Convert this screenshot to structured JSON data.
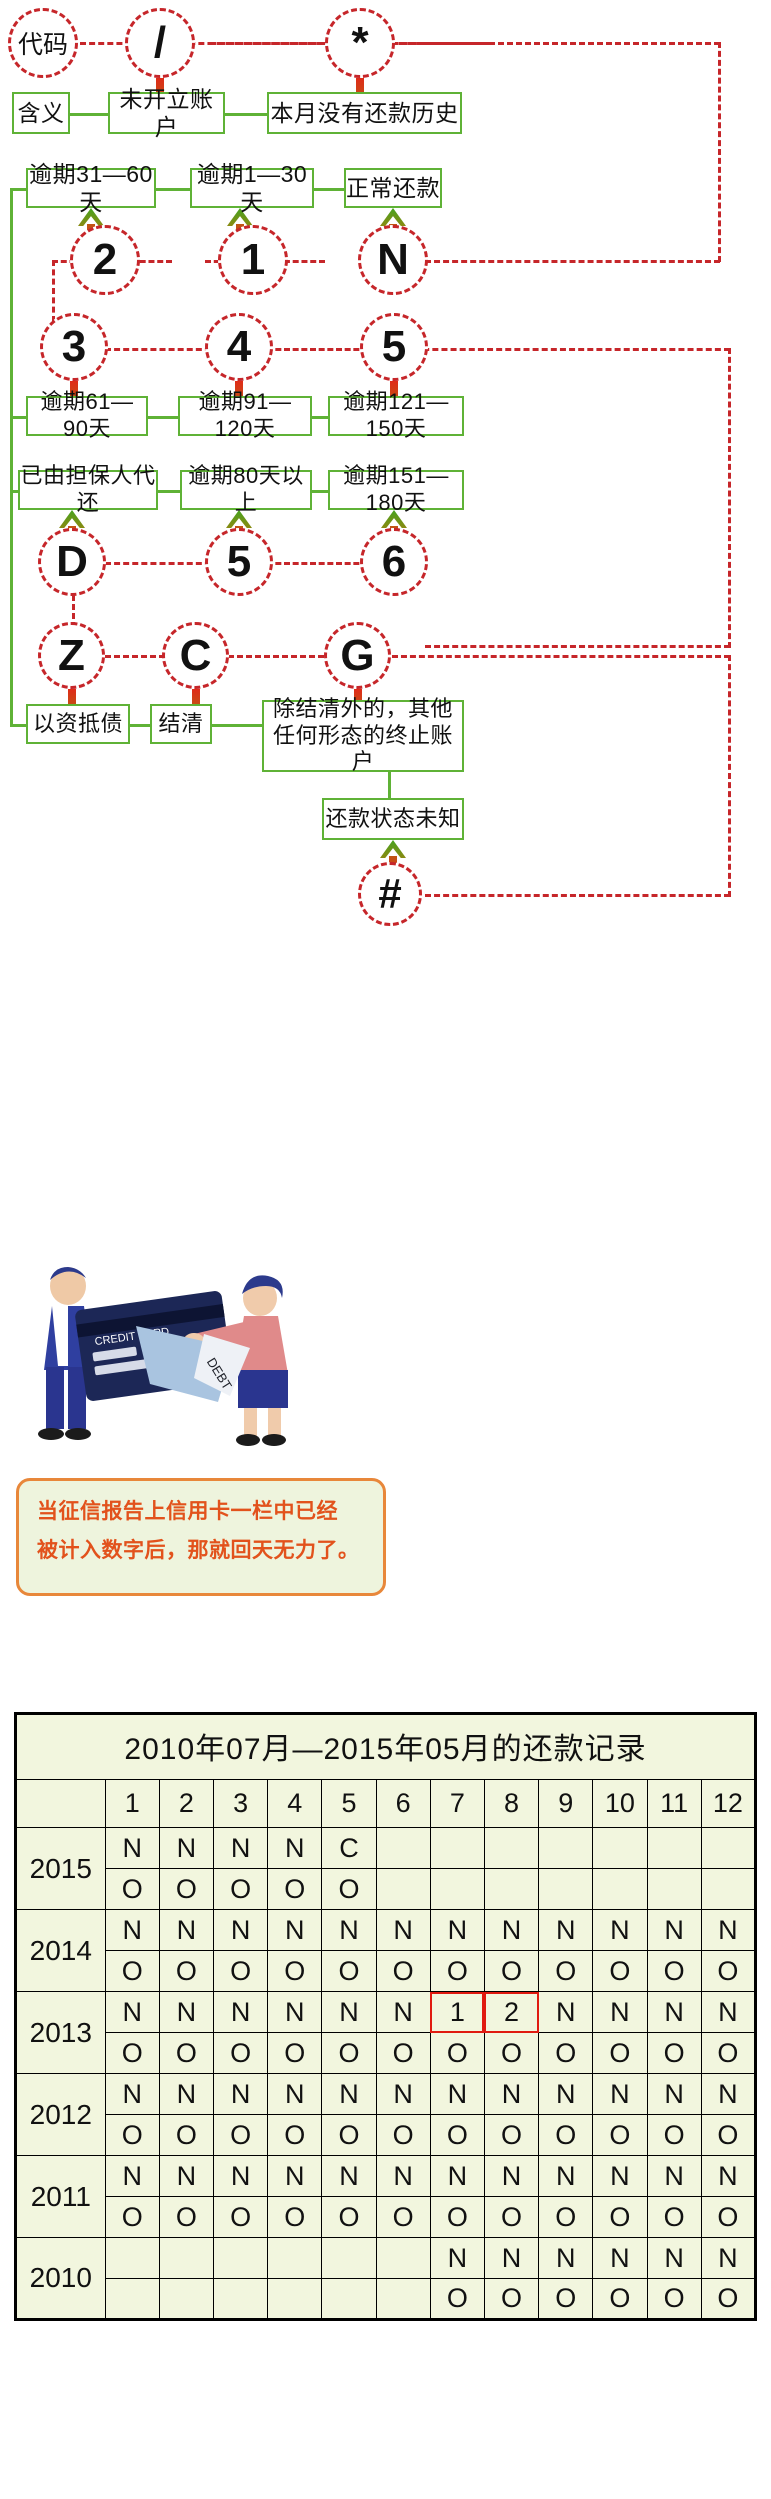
{
  "diagram": {
    "legend_circle": "代码",
    "legend_box": "含义",
    "nodes": {
      "slash": "/",
      "asterisk": "*",
      "n": "N",
      "one": "1",
      "two": "2",
      "three": "3",
      "four": "4",
      "five_a": "5",
      "five_b": "5",
      "six": "6",
      "d": "D",
      "z": "Z",
      "c": "C",
      "g": "G",
      "hash": "#"
    },
    "meanings": {
      "slash": "未开立账户",
      "asterisk": "本月没有还款历史",
      "two": "逾期31—60天",
      "one": "逾期1—30天",
      "n": "正常还款",
      "three": "逾期61—90天",
      "four": "逾期91—120天",
      "five_a": "逾期121—150天",
      "d": "已由担保人代还",
      "five_b": "逾期80天以上",
      "six": "逾期151—180天",
      "z": "以资抵债",
      "c": "结清",
      "g": "除结清外的，其他任何形态的终止账户",
      "hash": "还款状态未知"
    }
  },
  "illustration": {
    "card_label": "CREDIT CARD",
    "debt_label": "DEBT"
  },
  "note": {
    "line1": "当征信报告上信用卡一栏中已经",
    "line2": "被计入数字后，那就回天无力了。"
  },
  "table": {
    "title": "2010年07月—2015年05月的还款记录",
    "months": [
      "1",
      "2",
      "3",
      "4",
      "5",
      "6",
      "7",
      "8",
      "9",
      "10",
      "11",
      "12"
    ],
    "rows": [
      {
        "year": "2015",
        "status": [
          "N",
          "N",
          "N",
          "N",
          "C",
          "",
          "",
          "",
          "",
          "",
          "",
          ""
        ],
        "amount": [
          "O",
          "O",
          "O",
          "O",
          "O",
          "",
          "",
          "",
          "",
          "",
          "",
          ""
        ],
        "highlight": []
      },
      {
        "year": "2014",
        "status": [
          "N",
          "N",
          "N",
          "N",
          "N",
          "N",
          "N",
          "N",
          "N",
          "N",
          "N",
          "N"
        ],
        "amount": [
          "O",
          "O",
          "O",
          "O",
          "O",
          "O",
          "O",
          "O",
          "O",
          "O",
          "O",
          "O"
        ],
        "highlight": []
      },
      {
        "year": "2013",
        "status": [
          "N",
          "N",
          "N",
          "N",
          "N",
          "N",
          "1",
          "2",
          "N",
          "N",
          "N",
          "N"
        ],
        "amount": [
          "O",
          "O",
          "O",
          "O",
          "O",
          "O",
          "O",
          "O",
          "O",
          "O",
          "O",
          "O"
        ],
        "highlight": [
          6,
          7
        ]
      },
      {
        "year": "2012",
        "status": [
          "N",
          "N",
          "N",
          "N",
          "N",
          "N",
          "N",
          "N",
          "N",
          "N",
          "N",
          "N"
        ],
        "amount": [
          "O",
          "O",
          "O",
          "O",
          "O",
          "O",
          "O",
          "O",
          "O",
          "O",
          "O",
          "O"
        ],
        "highlight": []
      },
      {
        "year": "2011",
        "status": [
          "N",
          "N",
          "N",
          "N",
          "N",
          "N",
          "N",
          "N",
          "N",
          "N",
          "N",
          "N"
        ],
        "amount": [
          "O",
          "O",
          "O",
          "O",
          "O",
          "O",
          "O",
          "O",
          "O",
          "O",
          "O",
          "O"
        ],
        "highlight": []
      },
      {
        "year": "2010",
        "status": [
          "",
          "",
          "",
          "",
          "",
          "",
          "N",
          "N",
          "N",
          "N",
          "N",
          "N"
        ],
        "amount": [
          "",
          "",
          "",
          "",
          "",
          "",
          "O",
          "O",
          "O",
          "O",
          "O",
          "O"
        ],
        "highlight": []
      }
    ]
  },
  "colors": {
    "green_border": "#5fb236",
    "red_dash": "#c6262a",
    "orange_note_border": "#e8873a",
    "orange_note_text": "#e2521c",
    "note_bg": "#eef4dd",
    "table_bg": "#f2f6de",
    "table_highlight": "#e01b10"
  }
}
